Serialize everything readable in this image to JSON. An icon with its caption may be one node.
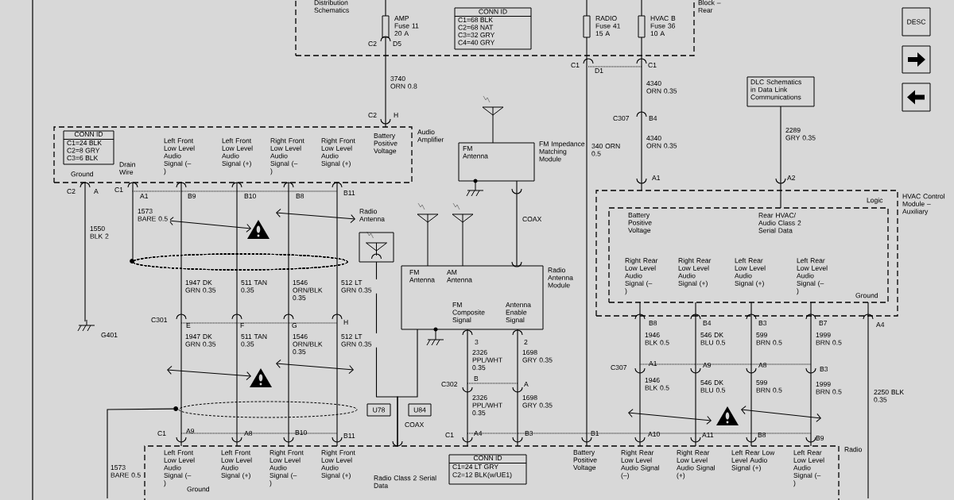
{
  "diagram": {
    "nodes": [
      {
        "text": [
          "Distribution Schematics",
          "Block – Rear"
        ]
      },
      {
        "text": [
          "CONN ID",
          "C1=68 BLK",
          "C2=68 NAT",
          "C3=32 GRY",
          "C4=40 GRY"
        ],
        "in": 0
      },
      {
        "text": [],
        "shape": "box",
        "beside": [
          "AMP Fuse 11 20 A"
        ],
        "in": 0
      },
      {
        "text": [],
        "shape": "box",
        "beside": [
          "RADIO Fuse 41 15 A"
        ],
        "in": 0
      },
      {
        "text": [],
        "shape": "box",
        "beside": [
          "HVAC B Fuse 36 10 A"
        ],
        "in": 0
      },
      {
        "text": [
          "Audio Amplifier",
          "Ground",
          "Drain Wire",
          "Left Front Low Level Audio Signal (–)",
          "Left Front Low Level Audio Signal (+)",
          "Right Front Low Level Audio Signal (–)",
          "Right Front Low Level Audio Signal (+)",
          "Battery Positive Voltage"
        ]
      },
      {
        "text": [
          "CONN ID",
          "C1=24 BLK",
          "C2=8 GRY",
          "C3=6 BLK"
        ],
        "in": 5
      },
      {
        "text": [
          "FM Antenna",
          "FM Impedance Matching Module"
        ]
      },
      {
        "text": [
          "DLC Schematics in Data Link Communications"
        ]
      },
      {
        "text": [
          "HVAC Control Module – Auxiliary"
        ]
      },
      {
        "text": [
          "Logic",
          "Battery Positive Voltage",
          "Rear HVAC/ Audio Class 2 Serial Data",
          "Right Rear Low Level Audio Signal (–)",
          "Right Rear Low Level Audio Signal (+)",
          "Left Rear Low Level Audio Signal (+)",
          "Left Rear Low Level Audio Signal (–)",
          "Ground"
        ],
        "in": 9
      },
      {
        "text": [
          "FM Antenna",
          "AM Antenna",
          "FM Composite Signal",
          "Antenna Enable Signal",
          "Radio Antenna Module"
        ]
      },
      {
        "text": [],
        "shape": "box",
        "beside": [
          "Radio Antenna"
        ]
      },
      {
        "text": [
          "U78"
        ]
      },
      {
        "text": [
          "U84"
        ]
      },
      {
        "text": [
          "Radio",
          "Left Front Low Level Audio Signal (–)",
          "Left Front Low Level Audio Signal (+)",
          "Right Front Low Level Audio Signal (–)",
          "Right Front Low Level Audio Signal (+)",
          "Ground",
          "Radio Class 2 Serial Data",
          "Battery Positive Voltage",
          "Right Rear Low Level Audio Signal (–)",
          "Right Rear Low Level Audio Signal (+)",
          "Left Rear Low Level Audio Signal (+)",
          "Left Rear Low Level Audio Signal (–)"
        ]
      },
      {
        "text": [
          "CONN ID",
          "C1=24 LT GRY",
          "C2=12 BLK(w/UE1)"
        ],
        "in": 15
      },
      {
        "text": [
          "G401"
        ]
      },
      {
        "text": [
          "DESC"
        ]
      },
      {
        "text": [],
        "shape": "box"
      },
      {
        "text": [],
        "shape": "box"
      },
      {
        "text": [],
        "shape": "circle"
      },
      {
        "text": [],
        "shape": "circle"
      }
    ],
    "edges": [
      {
        "from": 2,
        "to": 5,
        "arrow": "none",
        "label": "3740 ORN 0.8"
      },
      {
        "from": 3,
        "to": 15,
        "arrow": "none",
        "label": "340 ORN 0.5"
      },
      {
        "from": 4,
        "to": 9,
        "arrow": "none",
        "label": "4340 ORN 0.35"
      },
      {
        "from": 8,
        "to": 10,
        "arrow": "none",
        "label": "2289 GRY 0.35"
      },
      {
        "from": 7,
        "to": 11,
        "arrow": "none",
        "label": "COAX"
      },
      {
        "from": 5,
        "to": 15,
        "arrow": "none",
        "label": "1947 DK GRN 0.35"
      },
      {
        "from": 5,
        "to": 15,
        "arrow": "none",
        "label": "511 TAN 0.35"
      },
      {
        "from": 5,
        "to": 15,
        "arrow": "none",
        "label": "1546 ORN/BLK 0.35"
      },
      {
        "from": 5,
        "to": 15,
        "arrow": "none",
        "label": "512 LT GRN 0.35"
      },
      {
        "from": 5,
        "to": 17,
        "arrow": "none",
        "label": "1550 BLK 2"
      },
      {
        "from": 5,
        "to": 21,
        "arrow": "none",
        "label": "1573 BARE 0.5"
      },
      {
        "from": 12,
        "to": 15,
        "arrow": "none"
      },
      {
        "from": 11,
        "to": 15,
        "arrow": "none"
      },
      {
        "from": 11,
        "to": 15,
        "arrow": "none",
        "label": "2326 PPL/WHT 0.35"
      },
      {
        "from": 11,
        "to": 15,
        "arrow": "none",
        "label": "1698 GRY 0.35"
      },
      {
        "from": 10,
        "to": 15,
        "arrow": "none",
        "label": "1946 BLK 0.5"
      },
      {
        "from": 10,
        "to": 15,
        "arrow": "none",
        "label": "546 DK BLU 0.5"
      },
      {
        "from": 10,
        "to": 15,
        "arrow": "none",
        "label": "599 BRN 0.5"
      },
      {
        "from": 10,
        "to": 15,
        "arrow": "none",
        "label": "1999 BRN 0.5"
      },
      {
        "from": 10,
        "to": null,
        "arrow": "none",
        "label": "2250 BLK 0.35"
      },
      {
        "from": 22,
        "to": null,
        "arrow": "none",
        "label": "1573 BARE 0.5"
      }
    ],
    "labels": [
      "C2",
      "D5",
      "C1",
      "D1",
      "C1",
      "C2",
      "H",
      "C307",
      "B4",
      "4340 ORN 0.35",
      "A1",
      "A2",
      "C2",
      "A",
      "C1",
      "A1",
      "B9",
      "B10",
      "B8",
      "B11",
      "C301",
      "E",
      "F",
      "G",
      "H",
      "1947 DK GRN 0.35",
      "511 TAN 0.35",
      "1546 ORN/BLK 0.35",
      "512 LT GRN 0.35",
      "COAX",
      "C302",
      "B",
      "A",
      "2326 PPL/WHT 0.35",
      "1698 GRY 0.35",
      "3",
      "2",
      "C307",
      "A1",
      "A9",
      "A8",
      "B3",
      "B8",
      "B4",
      "B3",
      "B7",
      "A4",
      "1946 BLK 0.5",
      "546 DK BLU 0.5",
      "599 BRN 0.5",
      "1999 BRN 0.5",
      "C1",
      "A9",
      "A8",
      "B10",
      "B11",
      "C1",
      "A4",
      "B3",
      "B1",
      "A10",
      "A11",
      "B8",
      "B9"
    ]
  }
}
